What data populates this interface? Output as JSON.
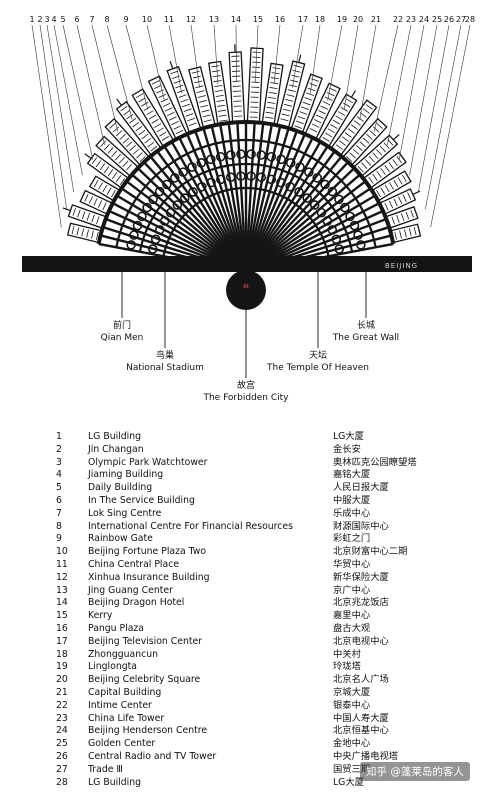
{
  "figure": {
    "fan_numbers": [
      "1",
      "2",
      "3",
      "4",
      "5",
      "6",
      "7",
      "8",
      "9",
      "10",
      "11",
      "12",
      "13",
      "14",
      "15",
      "16",
      "17",
      "18",
      "19",
      "20",
      "21",
      "22",
      "23",
      "24",
      "25",
      "26",
      "27",
      "28"
    ],
    "handle_text": "BEIJING",
    "callouts": [
      {
        "zh": "前门",
        "en": "Qian Men"
      },
      {
        "zh": "鸟巢",
        "en": "National Stadium"
      },
      {
        "zh": "故宫",
        "en": "The Forbidden City"
      },
      {
        "zh": "天坛",
        "en": "The Temple Of Heaven"
      },
      {
        "zh": "长城",
        "en": "The Great Wall"
      }
    ]
  },
  "legend": [
    {
      "num": "1",
      "en": "LG Building",
      "zh": "LG大厦"
    },
    {
      "num": "2",
      "en": "Jin Changan",
      "zh": "金长安"
    },
    {
      "num": "3",
      "en": "Olympic Park Watchtower",
      "zh": "奥林匹克公园瞭望塔"
    },
    {
      "num": "4",
      "en": "Jiaming Building",
      "zh": "嘉铭大厦"
    },
    {
      "num": "5",
      "en": "Daily Building",
      "zh": "人民日报大厦"
    },
    {
      "num": "6",
      "en": "In The Service Building",
      "zh": "中服大厦"
    },
    {
      "num": "7",
      "en": "Lok Sing Centre",
      "zh": "乐成中心"
    },
    {
      "num": "8",
      "en": "International Centre For Financial Resources",
      "zh": "财源国际中心"
    },
    {
      "num": "9",
      "en": "Rainbow Gate",
      "zh": "彩虹之门"
    },
    {
      "num": "10",
      "en": "Beijing Fortune Plaza Two",
      "zh": "北京财富中心二期"
    },
    {
      "num": "11",
      "en": "China Central Place",
      "zh": "华贸中心"
    },
    {
      "num": "12",
      "en": "Xinhua Insurance Building",
      "zh": "新华保险大厦"
    },
    {
      "num": "13",
      "en": "Jing Guang Center",
      "zh": "京广中心"
    },
    {
      "num": "14",
      "en": "Beijing Dragon Hotel",
      "zh": "北京兆龙饭店"
    },
    {
      "num": "15",
      "en": "Kerry",
      "zh": "嘉里中心"
    },
    {
      "num": "16",
      "en": "Pangu Plaza",
      "zh": "盘古大观"
    },
    {
      "num": "17",
      "en": "Beijing Television Center",
      "zh": "北京电视中心"
    },
    {
      "num": "18",
      "en": "Zhongguancun",
      "zh": "中关村"
    },
    {
      "num": "19",
      "en": "Linglongta",
      "zh": "玲珑塔"
    },
    {
      "num": "20",
      "en": "Beijing Celebrity Square",
      "zh": "北京名人广场"
    },
    {
      "num": "21",
      "en": "Capital Building",
      "zh": "京城大厦"
    },
    {
      "num": "22",
      "en": "Intime Center",
      "zh": "银泰中心"
    },
    {
      "num": "23",
      "en": "China Life Tower",
      "zh": "中国人寿大厦"
    },
    {
      "num": "24",
      "en": "Beijing Henderson Centre",
      "zh": "北京恒基中心"
    },
    {
      "num": "25",
      "en": "Golden Center",
      "zh": "金地中心"
    },
    {
      "num": "26",
      "en": "Central Radio and TV Tower",
      "zh": "中央广播电视塔"
    },
    {
      "num": "27",
      "en": "Trade Ⅲ",
      "zh": "国贸三期"
    },
    {
      "num": "28",
      "en": "LG Building",
      "zh": "LG大厦"
    }
  ],
  "watermark": "知乎 @蓬莱岛的客人"
}
